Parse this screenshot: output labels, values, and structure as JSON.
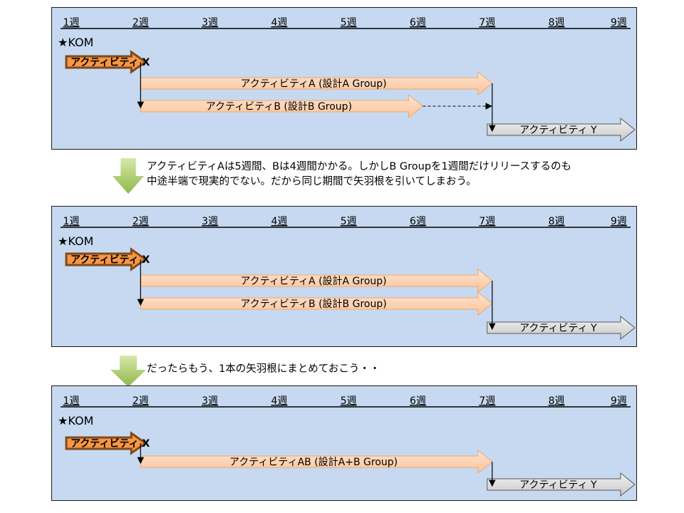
{
  "weeks": [
    "1週",
    "2週",
    "3週",
    "4週",
    "5週",
    "6週",
    "7週",
    "8週",
    "9週"
  ],
  "milestone": {
    "symbol": "★",
    "label": "KOM"
  },
  "colors": {
    "panel_bg": "#c6d9f0",
    "activity_x_fill": "#f79646",
    "activity_x_border": "#7f4a1c",
    "activity_ab_fill": "#fcd5b4",
    "activity_ab_border": "#f2a66e",
    "activity_y_fill": "#d9d9d9",
    "activity_y_border": "#595959",
    "note_arrow": "#9bbb59"
  },
  "panels": [
    {
      "id": "panel-1",
      "activities": [
        {
          "key": "x",
          "label": "アクティビティ X",
          "start": 1,
          "end": 2,
          "row": 0,
          "style": "x"
        },
        {
          "key": "a",
          "label": "アクティビティA (設計A Group)",
          "start": 2,
          "end": 7,
          "row": 1,
          "style": "ab"
        },
        {
          "key": "b",
          "label": "アクティビティB (設計B Group)",
          "start": 2,
          "end": 6,
          "row": 2,
          "style": "ab"
        },
        {
          "key": "y",
          "label": "アクティビティ Y",
          "start": 7,
          "end": 9.1,
          "row": 3,
          "style": "y"
        }
      ],
      "dependencies": [
        {
          "from_week": 2,
          "from_row": 0,
          "to_row": 2,
          "type": "solid"
        },
        {
          "from_week": 7,
          "from_row": 1,
          "to_row": 3,
          "type": "solid"
        },
        {
          "from_week": 6,
          "to_week": 7,
          "row": 2,
          "type": "dashed"
        }
      ]
    },
    {
      "id": "panel-2",
      "activities": [
        {
          "key": "x",
          "label": "アクティビティ X",
          "start": 1,
          "end": 2,
          "row": 0,
          "style": "x"
        },
        {
          "key": "a",
          "label": "アクティビティA (設計A Group)",
          "start": 2,
          "end": 7,
          "row": 1,
          "style": "ab"
        },
        {
          "key": "b",
          "label": "アクティビティB (設計B Group)",
          "start": 2,
          "end": 7,
          "row": 2,
          "style": "ab"
        },
        {
          "key": "y",
          "label": "アクティビティ Y",
          "start": 7,
          "end": 9.1,
          "row": 3,
          "style": "y"
        }
      ],
      "dependencies": [
        {
          "from_week": 2,
          "from_row": 0,
          "to_row": 2,
          "type": "solid"
        },
        {
          "from_week": 7,
          "from_row": 1,
          "to_row": 3,
          "type": "solid"
        }
      ]
    },
    {
      "id": "panel-3",
      "activities": [
        {
          "key": "x",
          "label": "アクティビティ X",
          "start": 1,
          "end": 2,
          "row": 0,
          "style": "x"
        },
        {
          "key": "ab",
          "label": "アクティビティAB (設計A+B Group)",
          "start": 2,
          "end": 7,
          "row": 1,
          "style": "ab"
        },
        {
          "key": "y",
          "label": "アクティビティ Y",
          "start": 7,
          "end": 9.1,
          "row": 2,
          "style": "y"
        }
      ],
      "dependencies": [
        {
          "from_week": 2,
          "from_row": 0,
          "to_row": 1,
          "type": "solid"
        },
        {
          "from_week": 7,
          "from_row": 1,
          "to_row": 2,
          "type": "solid"
        }
      ]
    }
  ],
  "notes": [
    {
      "lines": [
        "アクティビティAは5週間、Bは4週間かかる。しかしB Groupを1週間だけリリースするのも",
        "中途半端で現実的でない。だから同じ期間で矢羽根を引いてしまおう。"
      ]
    },
    {
      "lines": [
        "だったらもう、1本の矢羽根にまとめておこう・・"
      ]
    }
  ]
}
